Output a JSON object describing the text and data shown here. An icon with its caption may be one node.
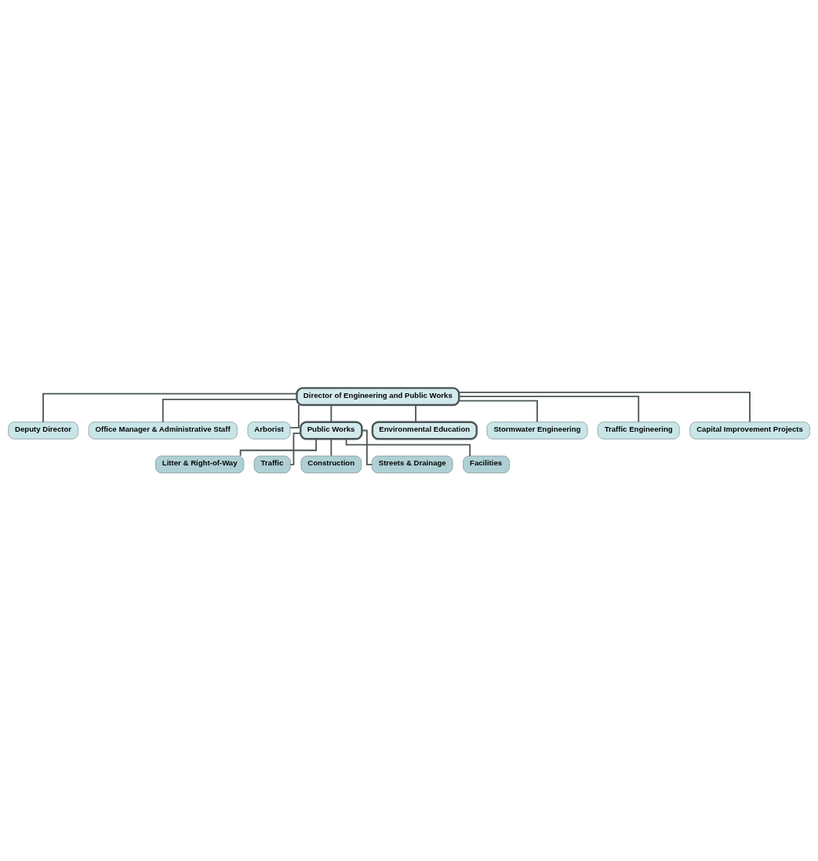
{
  "diagram": {
    "nodes": [
      {
        "text": [
          "Director of Engineering and Public Works"
        ]
      },
      {
        "text": [
          "Deputy Director"
        ]
      },
      {
        "text": [
          "Office Manager & Administrative Staff"
        ]
      },
      {
        "text": [
          "Arborist"
        ]
      },
      {
        "text": [
          "Public Works"
        ]
      },
      {
        "text": [
          "Environmental Education"
        ]
      },
      {
        "text": [
          "Stormwater Engineering"
        ]
      },
      {
        "text": [
          "Litter & Right-of-Way"
        ]
      },
      {
        "text": [
          "Traffic Engineering"
        ]
      },
      {
        "text": [
          "Traffic"
        ]
      },
      {
        "text": [
          "Construction"
        ]
      },
      {
        "text": [
          "Capital Improvement Projects"
        ]
      },
      {
        "text": [
          "Streets & Drainage"
        ]
      },
      {
        "text": [
          "Facilities"
        ]
      }
    ],
    "edges": [
      {
        "from": 0,
        "to": 1,
        "arrow": "none"
      },
      {
        "from": 0,
        "to": 2,
        "arrow": "none"
      },
      {
        "from": 0,
        "to": 3,
        "arrow": "none"
      },
      {
        "from": 0,
        "to": 6,
        "arrow": "none"
      },
      {
        "from": 0,
        "to": 8,
        "arrow": "none"
      },
      {
        "from": 0,
        "to": 11,
        "arrow": "none"
      },
      {
        "from": 0,
        "to": 4,
        "arrow": "none"
      },
      {
        "from": 0,
        "to": 5,
        "arrow": "none"
      },
      {
        "from": 4,
        "to": 7,
        "arrow": "none"
      },
      {
        "from": 4,
        "to": 9,
        "arrow": "none"
      },
      {
        "from": 4,
        "to": 10,
        "arrow": "none"
      },
      {
        "from": 4,
        "to": 12,
        "arrow": "none"
      },
      {
        "from": 4,
        "to": 13,
        "arrow": "none"
      }
    ]
  }
}
